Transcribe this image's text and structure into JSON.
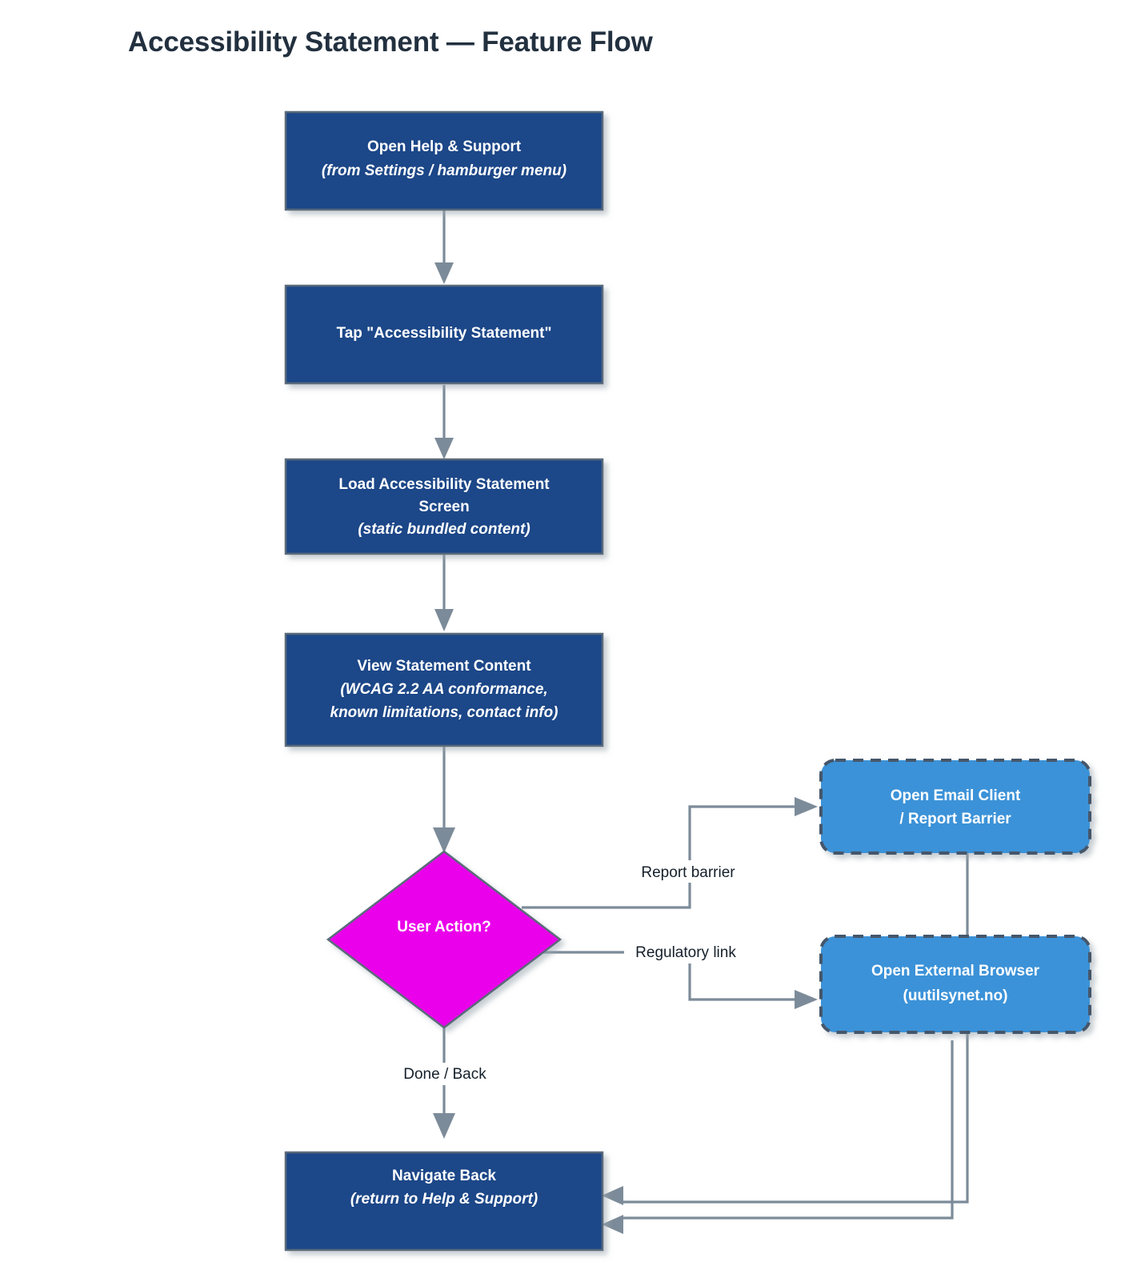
{
  "title": "Accessibility Statement — Feature Flow",
  "theme": {
    "background": "#ffffff",
    "title_color": "#22303f",
    "process_fill": "#1f4788",
    "process_border": "#5a6b7a",
    "external_fill": "#3b92d8",
    "external_border": "#44566a",
    "decision_fill": "#ea00ea",
    "decision_border": "#5a6b7a",
    "connector": "#7c8b99",
    "node_text": "#ffffff",
    "edge_label_text": "#15202b"
  },
  "chart_data": {
    "type": "diagram",
    "diagram_kind": "flowchart",
    "orientation": "top-to-bottom",
    "nodes": [
      {
        "id": "open-help",
        "shape": "rectangle",
        "style": "process",
        "lines": [
          "Open Help & Support",
          "(from Settings / hamburger menu)"
        ],
        "italic_lines": [
          false,
          true
        ]
      },
      {
        "id": "tap-statement",
        "shape": "rectangle",
        "style": "process",
        "lines": [
          "Tap \"Accessibility Statement\""
        ],
        "italic_lines": [
          false
        ]
      },
      {
        "id": "load-screen",
        "shape": "rectangle",
        "style": "process",
        "lines": [
          "Load Accessibility Statement",
          "Screen",
          "(static bundled content)"
        ],
        "italic_lines": [
          false,
          false,
          true
        ]
      },
      {
        "id": "view-content",
        "shape": "rectangle",
        "style": "process",
        "lines": [
          "View Statement Content",
          "(WCAG 2.2 AA conformance,",
          "known limitations, contact info)"
        ],
        "italic_lines": [
          false,
          true,
          true
        ]
      },
      {
        "id": "user-action",
        "shape": "diamond",
        "style": "decision",
        "lines": [
          "User Action?"
        ],
        "italic_lines": [
          false
        ]
      },
      {
        "id": "open-email",
        "shape": "rounded-rectangle-dashed",
        "style": "external",
        "lines": [
          "Open Email Client",
          "/ Report Barrier"
        ],
        "italic_lines": [
          false,
          false
        ]
      },
      {
        "id": "open-browser",
        "shape": "rounded-rectangle-dashed",
        "style": "external",
        "lines": [
          "Open External Browser",
          "(uutilsynet.no)"
        ],
        "italic_lines": [
          false,
          false
        ]
      },
      {
        "id": "navigate-back",
        "shape": "rectangle",
        "style": "process",
        "lines": [
          "Navigate Back",
          "(return to Help & Support)"
        ],
        "italic_lines": [
          false,
          true
        ]
      }
    ],
    "edges": [
      {
        "from": "open-help",
        "to": "tap-statement",
        "label": ""
      },
      {
        "from": "tap-statement",
        "to": "load-screen",
        "label": ""
      },
      {
        "from": "load-screen",
        "to": "view-content",
        "label": ""
      },
      {
        "from": "view-content",
        "to": "user-action",
        "label": ""
      },
      {
        "from": "user-action",
        "to": "open-email",
        "label": "Report barrier"
      },
      {
        "from": "user-action",
        "to": "open-browser",
        "label": "Regulatory link"
      },
      {
        "from": "user-action",
        "to": "navigate-back",
        "label": "Done / Back"
      },
      {
        "from": "open-email",
        "to": "navigate-back",
        "label": ""
      },
      {
        "from": "open-browser",
        "to": "navigate-back",
        "label": ""
      }
    ]
  },
  "nodes": {
    "open_help": {
      "line1": "Open Help & Support",
      "line2": "(from Settings / hamburger menu)"
    },
    "tap_statement": {
      "line1": "Tap \"Accessibility Statement\""
    },
    "load_screen": {
      "line1": "Load Accessibility Statement",
      "line2": "Screen",
      "line3": "(static bundled content)"
    },
    "view_content": {
      "line1": "View Statement Content",
      "line2": "(WCAG 2.2 AA conformance,",
      "line3": "known limitations, contact info)"
    },
    "user_action": {
      "line1": "User Action?"
    },
    "open_email": {
      "line1": "Open Email Client",
      "line2": "/ Report Barrier"
    },
    "open_browser": {
      "line1": "Open External Browser",
      "line2": "(uutilsynet.no)"
    },
    "navigate_back": {
      "line1": "Navigate Back",
      "line2": "(return to Help & Support)"
    }
  },
  "edge_labels": {
    "report_barrier": "Report barrier",
    "regulatory_link": "Regulatory link",
    "done_back": "Done / Back"
  }
}
